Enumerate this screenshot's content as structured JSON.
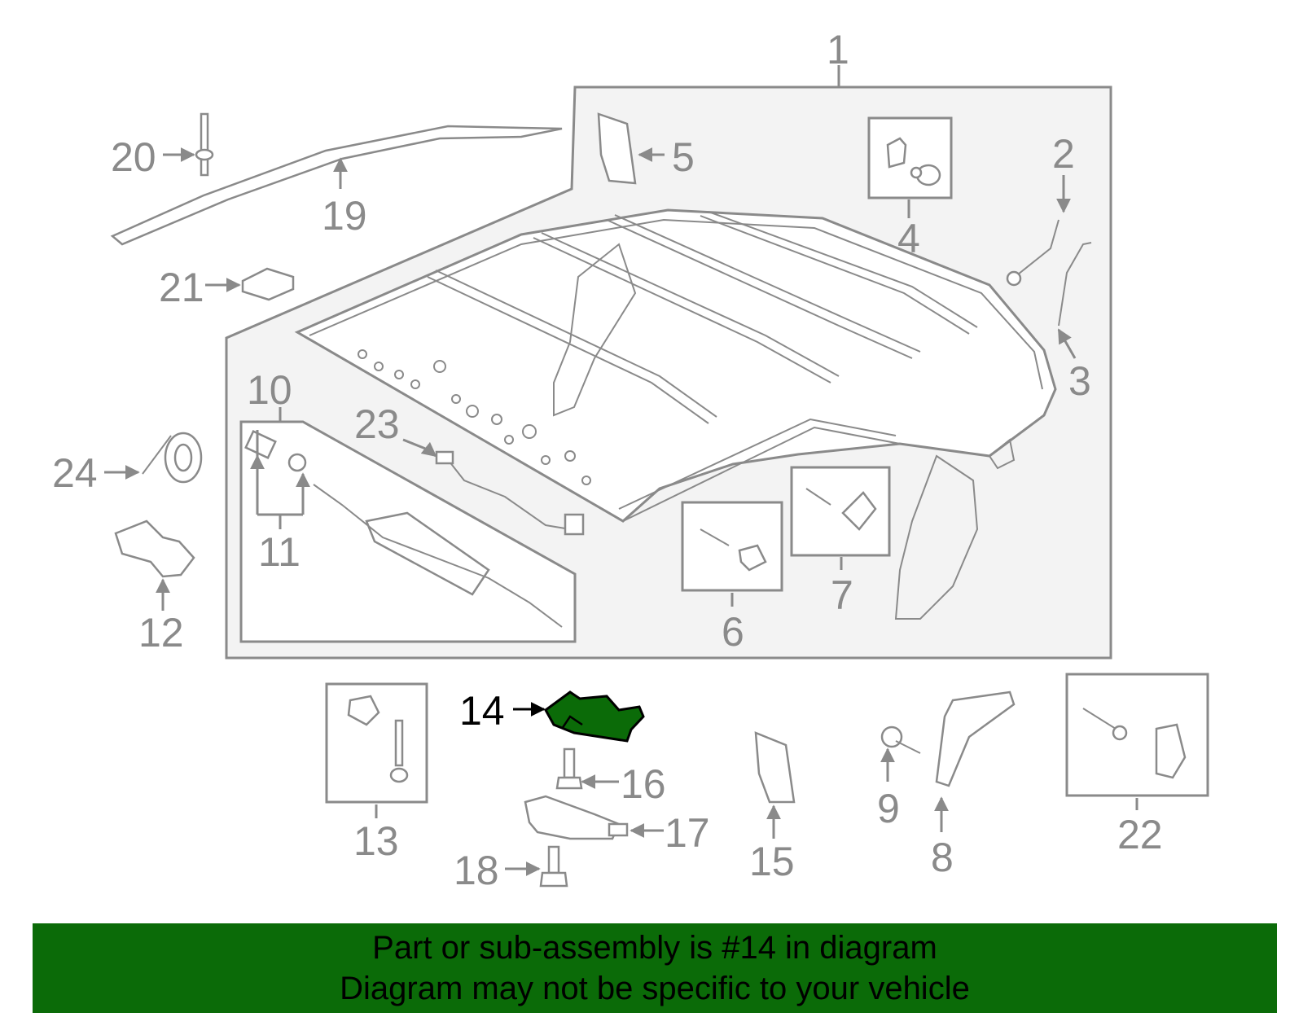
{
  "callouts": {
    "c1": "1",
    "c2": "2",
    "c3": "3",
    "c4": "4",
    "c5": "5",
    "c6": "6",
    "c7": "7",
    "c8": "8",
    "c9": "9",
    "c10": "10",
    "c11": "11",
    "c12": "12",
    "c13": "13",
    "c14": "14",
    "c15": "15",
    "c16": "16",
    "c17": "17",
    "c18": "18",
    "c19": "19",
    "c20": "20",
    "c21": "21",
    "c22": "22",
    "c23": "23",
    "c24": "24"
  },
  "banner": {
    "line1": "Part or sub-assembly is #14 in diagram",
    "line2": "Diagram may not be specific to your vehicle"
  },
  "colors": {
    "banner_bg": "#0b6b08",
    "highlight_part": "#0b6b08",
    "linework": "#8a8a8a",
    "panel_fill": "#f3f3f3"
  },
  "highlighted_part": "14"
}
